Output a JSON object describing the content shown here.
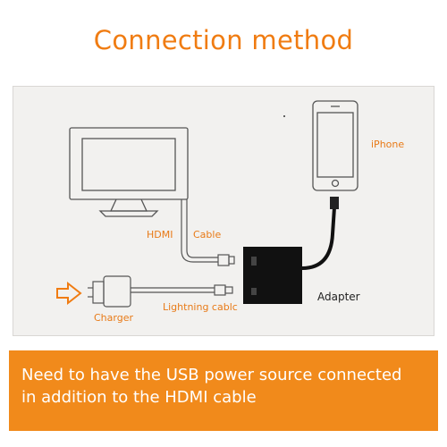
{
  "title": "Connection method",
  "labels": {
    "iphone": "iPhone",
    "hdmi": "HDMI",
    "cable": "Cable",
    "adapter": "Adapter",
    "charger": "Charger",
    "lightning_cable": "Lightning cablc"
  },
  "banner": {
    "line1": "Need to have the USB power source connected",
    "line2": "in addition to the HDMI cable"
  },
  "colors": {
    "accent": "#f07c12",
    "banner_bg": "#f18a1b",
    "panel_bg": "#f2f1ef",
    "line": "#555555"
  }
}
